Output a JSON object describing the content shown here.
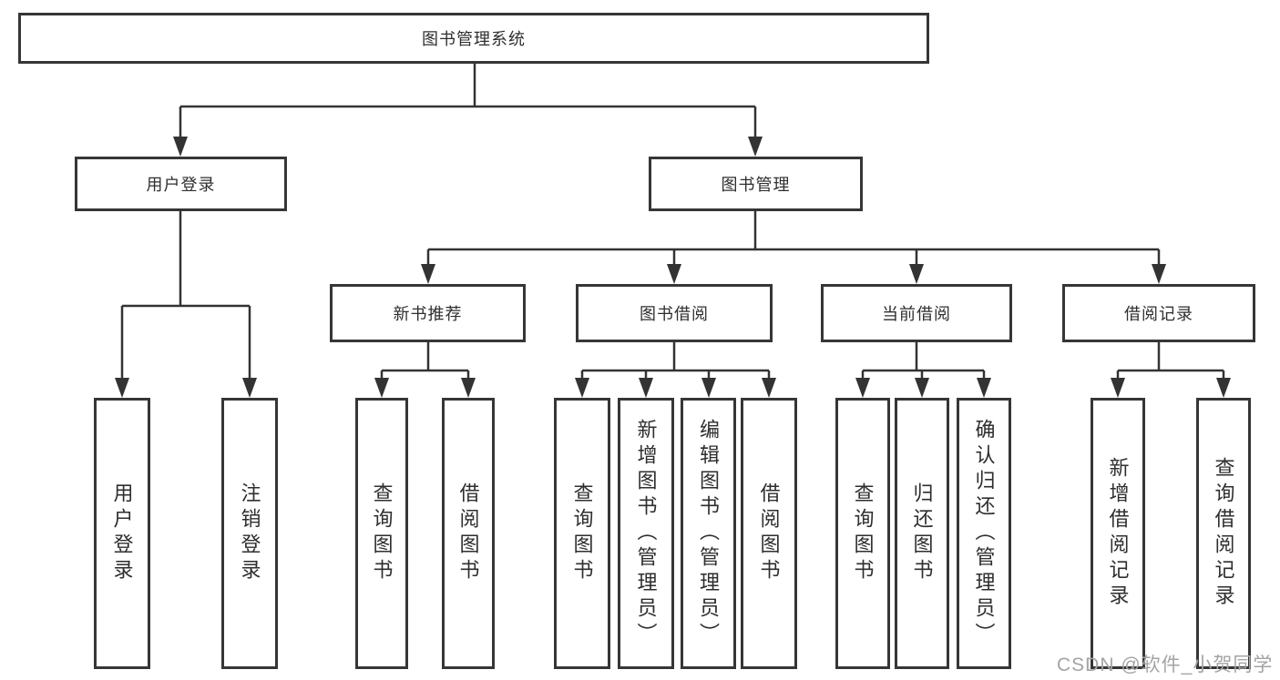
{
  "diagram": {
    "root": {
      "label": "图书管理系统"
    },
    "branches": [
      {
        "label": "用户登录",
        "children": [
          {
            "label": "用户登录"
          },
          {
            "label": "注销登录"
          }
        ]
      },
      {
        "label": "图书管理",
        "children": [
          {
            "label": "新书推荐",
            "children": [
              {
                "label": "查询图书"
              },
              {
                "label": "借阅图书"
              }
            ]
          },
          {
            "label": "图书借阅",
            "children": [
              {
                "label": "查询图书"
              },
              {
                "label": "新增图书（管理员）"
              },
              {
                "label": "编辑图书（管理员）"
              },
              {
                "label": "借阅图书"
              }
            ]
          },
          {
            "label": "当前借阅",
            "children": [
              {
                "label": "查询图书"
              },
              {
                "label": "归还图书"
              },
              {
                "label": "确认归还（管理员）"
              }
            ]
          },
          {
            "label": "借阅记录",
            "children": [
              {
                "label": "新增借阅记录"
              },
              {
                "label": "查询借阅记录"
              }
            ]
          }
        ]
      }
    ]
  },
  "watermark": {
    "text": "CSDN @软件_小贺同学"
  },
  "colors": {
    "line": "#333333",
    "box_border": "#363636",
    "box_fill": "#ffffff",
    "text": "#2e2e2e",
    "watermark": "#a4a4a4",
    "background": "#ffffff"
  }
}
